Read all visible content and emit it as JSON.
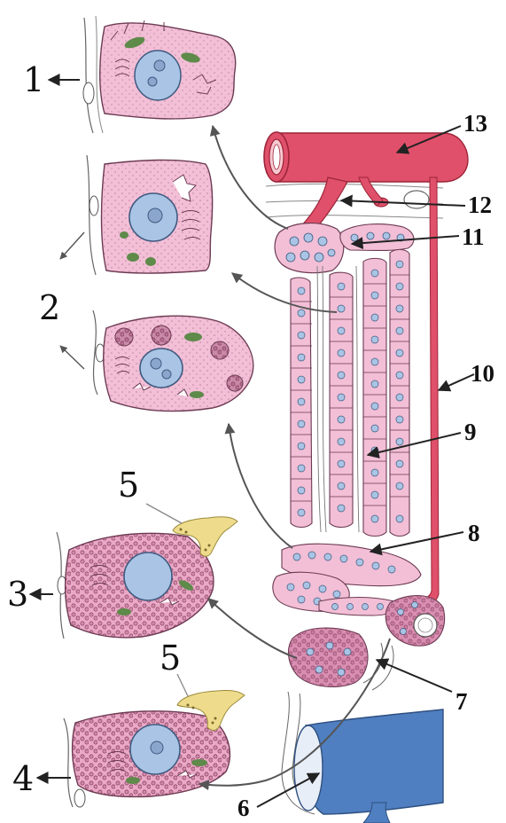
{
  "colors": {
    "cell_fill": "#f2bfd6",
    "cell_stroke": "#6b3a52",
    "nucleus_fill": "#a9c4e4",
    "nucleus_stroke": "#3f5a80",
    "mito_fill": "#5e8a4a",
    "granule_fill": "#8a3e5f",
    "vessel_red": "#e0506a",
    "vessel_red_dark": "#9c2438",
    "vein_blue": "#4f7fc0",
    "nerve_yellow": "#eedc8c",
    "tissue_line": "#555555"
  },
  "labels": {
    "l1": "1",
    "l2": "2",
    "l3": "3",
    "l4": "4",
    "l5a": "5",
    "l5b": "5",
    "l6": "6",
    "l7": "7",
    "l8": "8",
    "l9": "9",
    "l10": "10",
    "l11": "11",
    "l12": "12",
    "l13": "13"
  }
}
